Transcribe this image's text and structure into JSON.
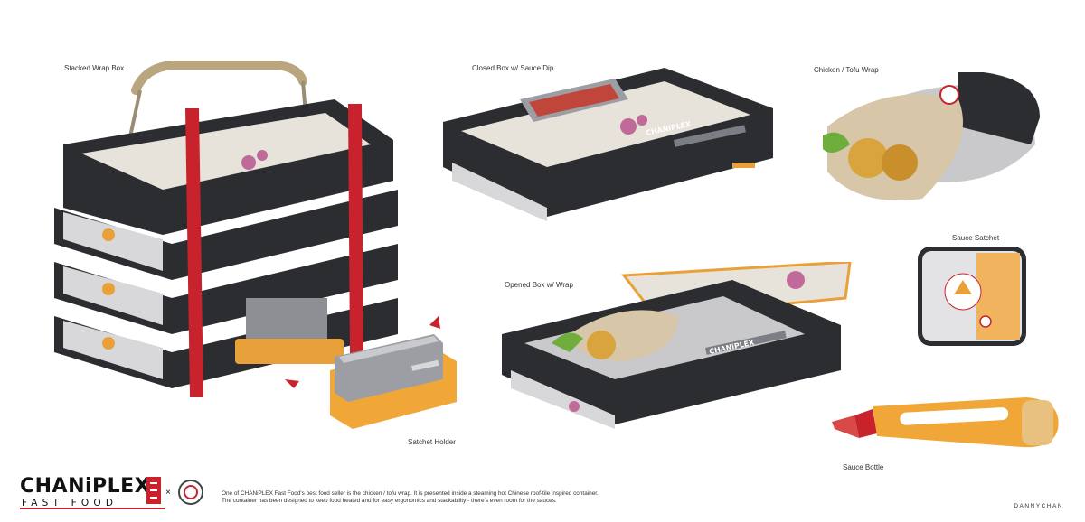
{
  "labels": {
    "stacked": "Stacked Wrap Box",
    "closed": "Closed Box w/ Sauce Dip",
    "wrap": "Chicken / Tofu Wrap",
    "satchet": "Sauce Satchet",
    "opened": "Opened Box w/ Wrap",
    "holder": "Satchet Holder",
    "bottle": "Sauce Bottle"
  },
  "brand": {
    "name": "CHANiPLEX",
    "sub": "FAST FOOD",
    "times": "×",
    "box_brand": "CHANiPLEX"
  },
  "description": {
    "line1": "One of CHANiPLEX Fast Food's best food seller is the chicken / tofu wrap. It is presented inside a steaming hot Chinese roof-tile inspired container.",
    "line2": "The container has been designed to keep food heated and for easy ergonomics and stackability - there's even room for the sauces."
  },
  "author": "DANNYCHAN",
  "colors": {
    "box_dark": "#2b2d31",
    "box_light": "#e2e2e4",
    "strap_red": "#c8232c",
    "accent_orange": "#e8a13a",
    "handle_tan": "#b9a57e",
    "foil": "#c9c9cc"
  }
}
